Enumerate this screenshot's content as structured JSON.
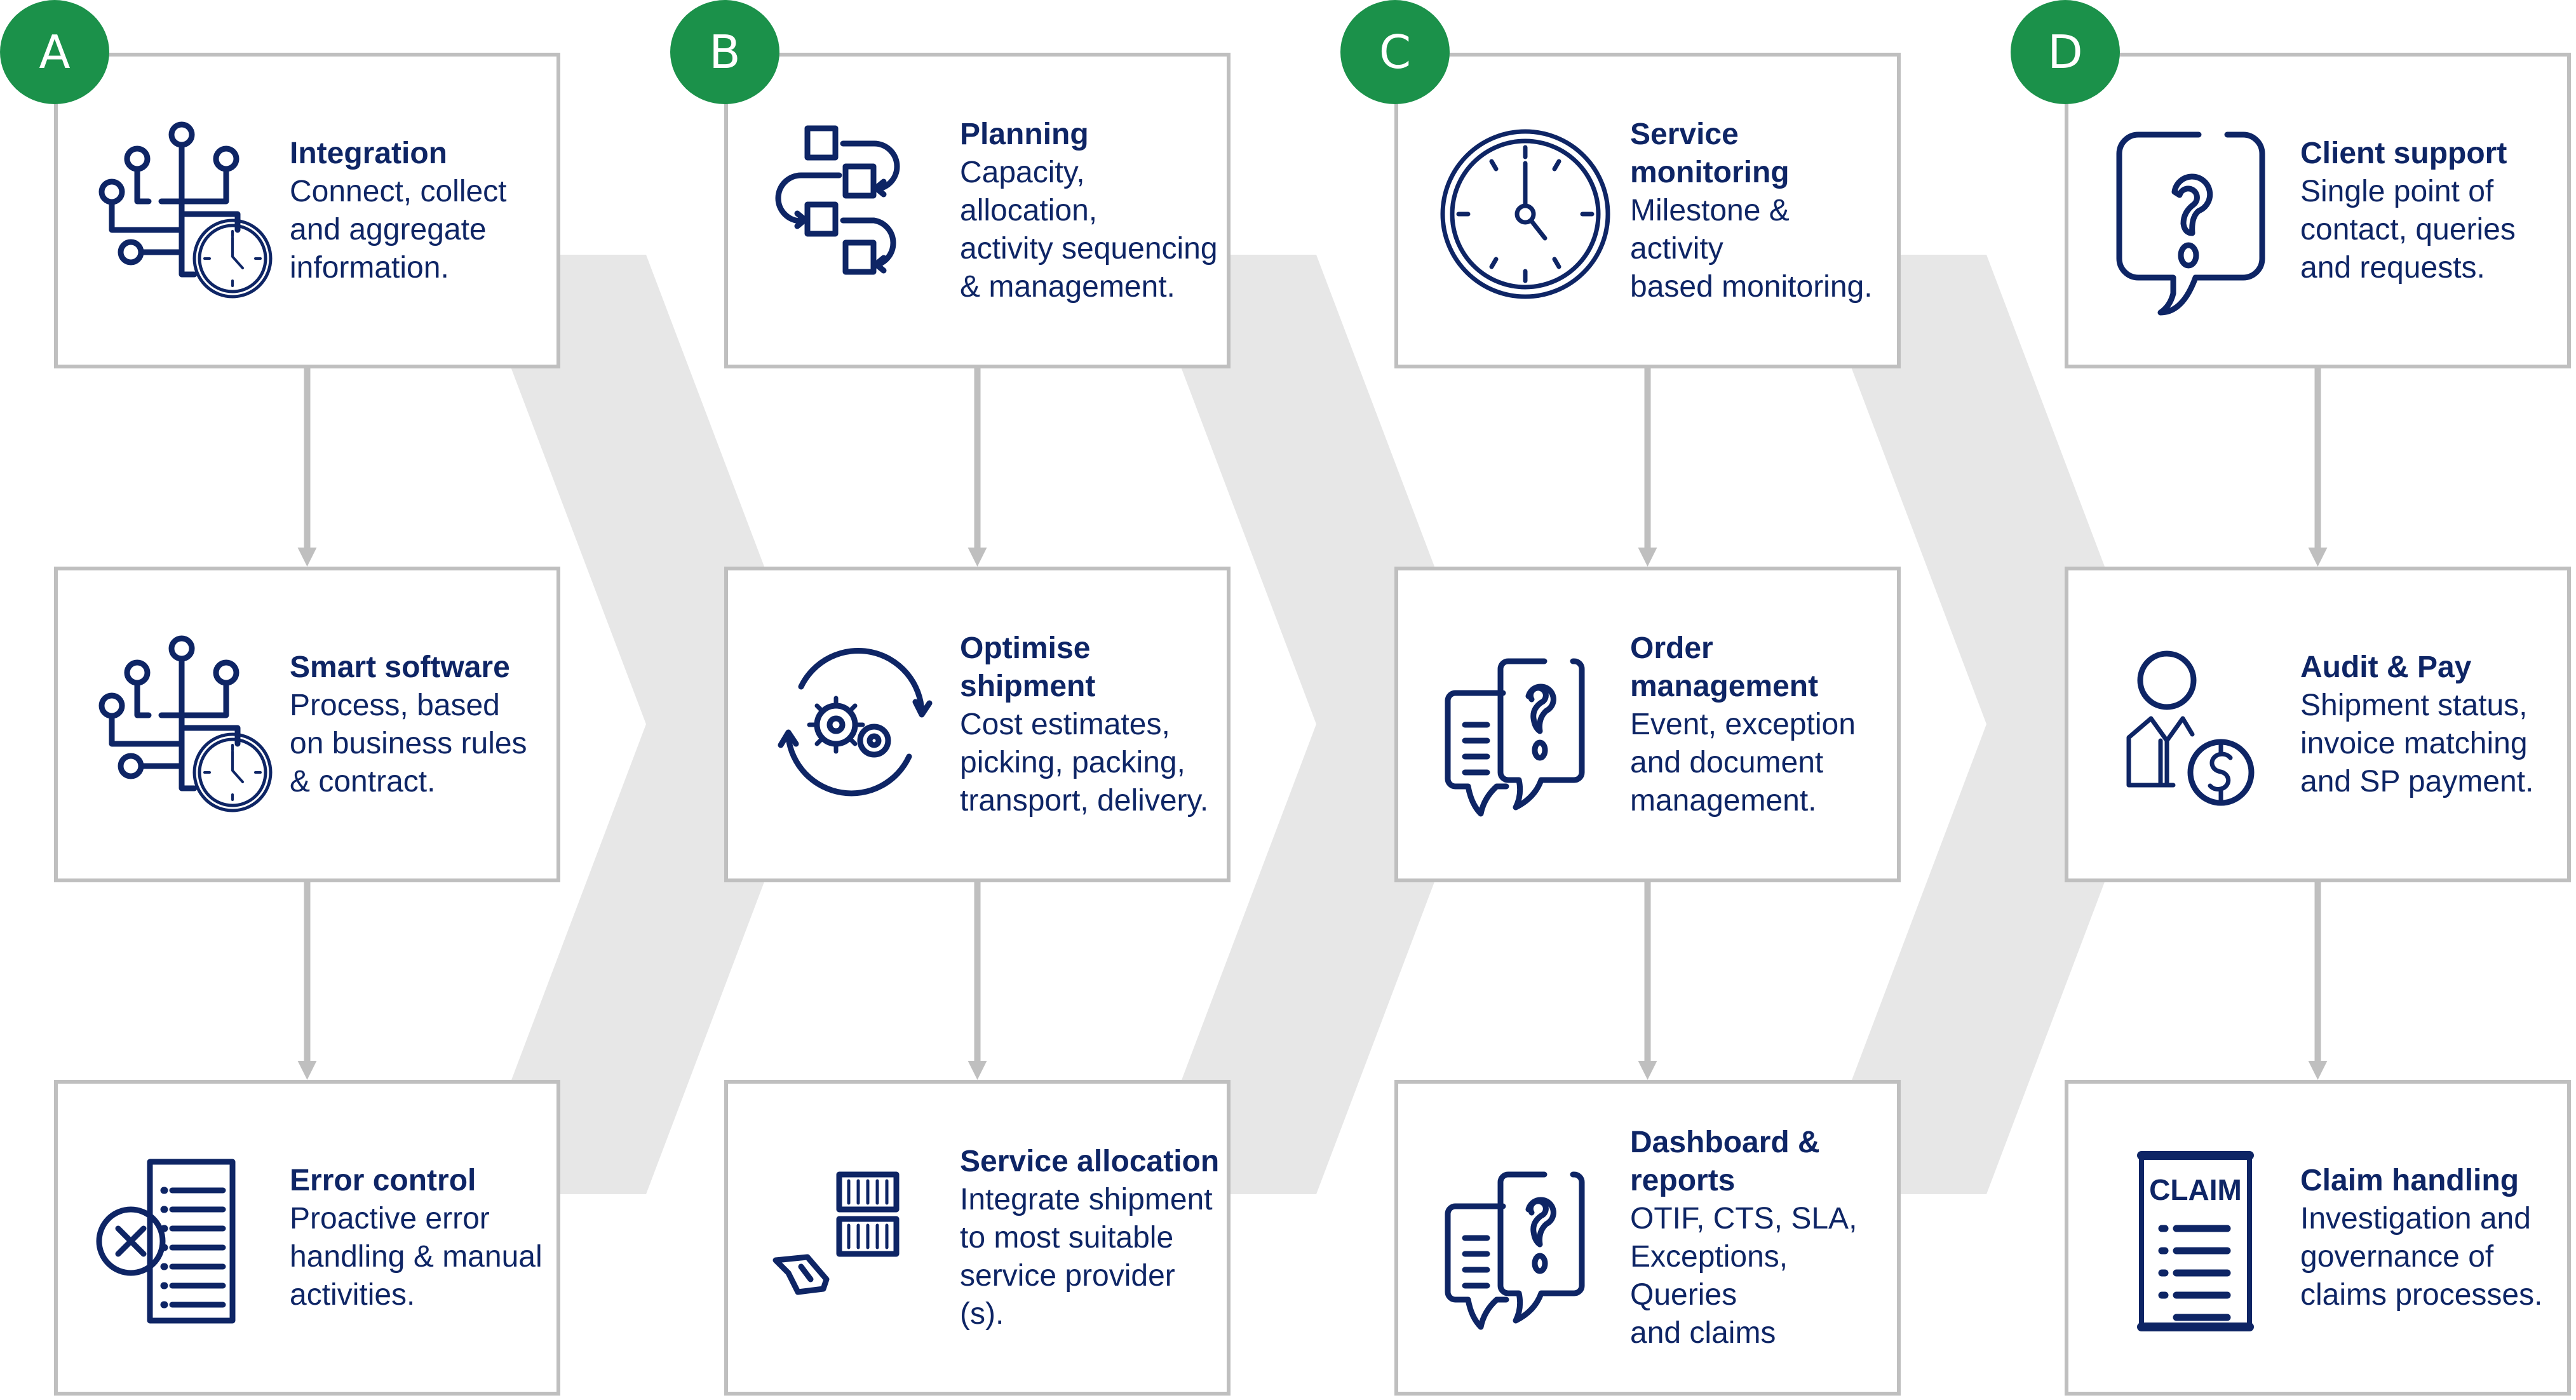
{
  "colors": {
    "badge": "#1b914a",
    "text": "#0e2565",
    "box_border": "#bfbfbf",
    "connector": "#bfbfbf",
    "chevron": "#e7e7e7"
  },
  "columns": [
    {
      "badge": "A",
      "steps": [
        {
          "title": "Integration",
          "description": "Connect, collect\nand aggregate\ninformation.",
          "icon": "network-clock-icon"
        },
        {
          "title": "Smart software",
          "description": "Process, based\non business rules\n& contract.",
          "icon": "network-clock-icon"
        },
        {
          "title": "Error control",
          "description": "Proactive error\nhandling & manual\nactivities.",
          "icon": "error-checklist-icon"
        }
      ]
    },
    {
      "badge": "B",
      "steps": [
        {
          "title": "Planning",
          "description": "Capacity, allocation,\nactivity sequencing\n& management.",
          "icon": "sequence-flow-icon"
        },
        {
          "title": "Optimise shipment",
          "description": "Cost estimates,\npicking, packing,\ntransport, delivery.",
          "icon": "gears-cycle-icon"
        },
        {
          "title": "Service allocation",
          "description": "Integrate shipment\nto most suitable\nservice provider (s).",
          "icon": "hand-containers-icon"
        }
      ]
    },
    {
      "badge": "C",
      "steps": [
        {
          "title": "Service monitoring",
          "description": "Milestone & activity\nbased monitoring.",
          "icon": "clock-icon"
        },
        {
          "title": "Order management",
          "description": "Event, exception\nand document\nmanagement.",
          "icon": "chat-question-icon"
        },
        {
          "title": "Dashboard &\nreports",
          "description": "OTIF, CTS, SLA,\nExceptions, Queries\nand claims",
          "icon": "chat-question-icon"
        }
      ]
    },
    {
      "badge": "D",
      "steps": [
        {
          "title": "Client support",
          "description": "Single point of\ncontact, queries\nand requests.",
          "icon": "question-bubble-icon"
        },
        {
          "title": "Audit & Pay",
          "description": "Shipment status,\ninvoice matching\nand SP payment.",
          "icon": "person-dollar-icon"
        },
        {
          "title": "Claim handling",
          "description": "Investigation and\ngovernance of\nclaims processes.",
          "icon": "claim-document-icon",
          "icon_label": "CLAIM"
        }
      ]
    }
  ]
}
